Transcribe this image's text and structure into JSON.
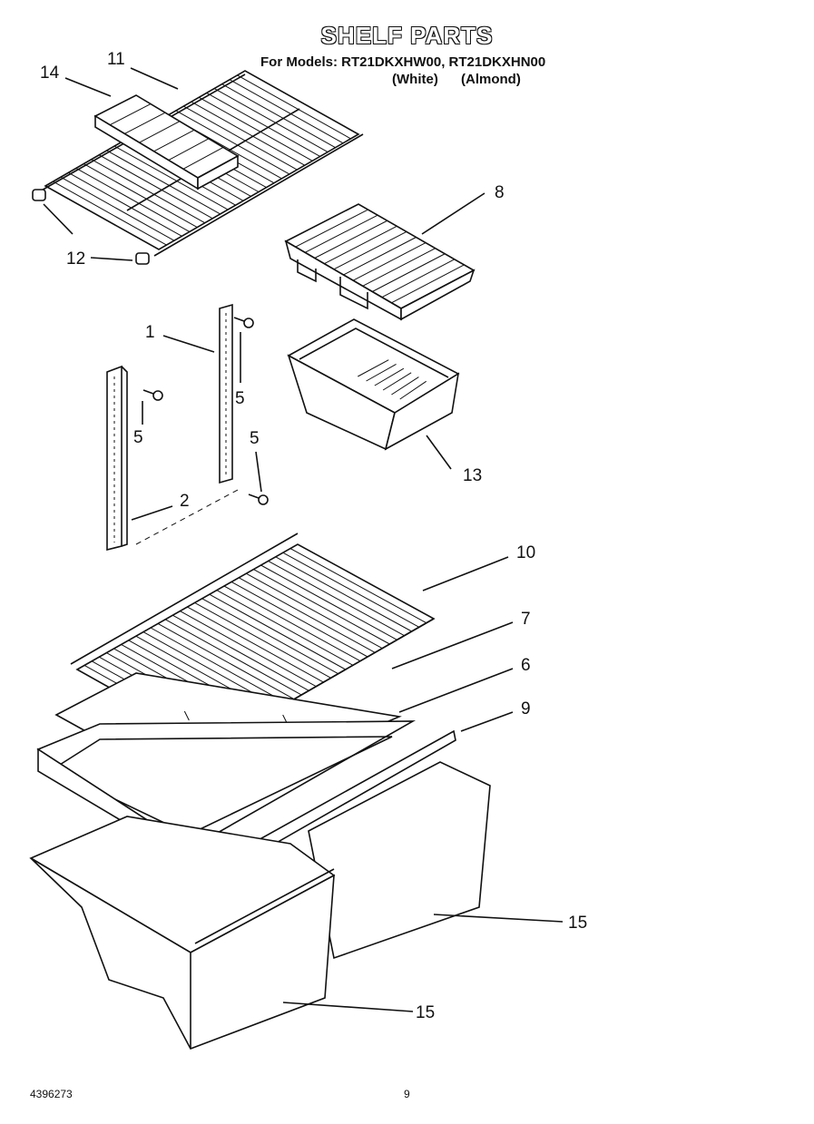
{
  "header": {
    "title": "SHELF PARTS",
    "models_line": "For Models: RT21DKXHW00, RT21DKXHN00",
    "variant_white": "(White)",
    "variant_almond": "(Almond)"
  },
  "callouts": [
    "11",
    "14",
    "12",
    "8",
    "1",
    "5",
    "5",
    "5",
    "2",
    "13",
    "10",
    "7",
    "6",
    "9",
    "15",
    "15"
  ],
  "footer": {
    "doc_number": "4396273",
    "page_number": "9"
  }
}
